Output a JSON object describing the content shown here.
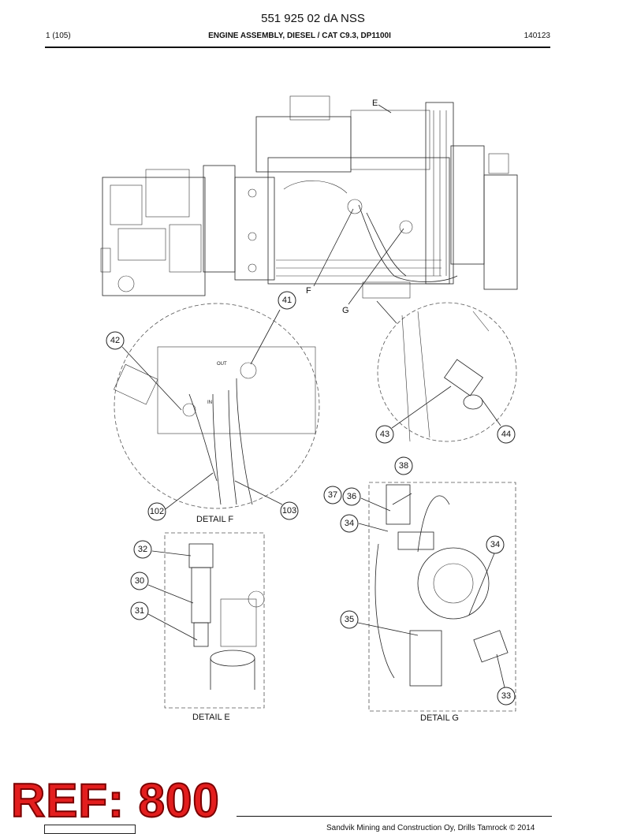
{
  "header": {
    "doc_number": "551 925 02 dA NSS",
    "page": "1 (105)",
    "title": "ENGINE ASSEMBLY, DIESEL / CAT C9.3, DP1100I",
    "code": "140123"
  },
  "detail_letters": {
    "e": "E",
    "f": "F",
    "g": "G"
  },
  "callouts": {
    "c41": "41",
    "c42": "42",
    "c43": "43",
    "c44": "44",
    "c102": "102",
    "c103": "103",
    "c38": "38",
    "c37": "37",
    "c36": "36",
    "c34a": "34",
    "c34b": "34",
    "c35": "35",
    "c33": "33",
    "c32": "32",
    "c30": "30",
    "c31": "31"
  },
  "markings": {
    "out": "OUT",
    "in": "IN"
  },
  "captions": {
    "detail_f": "DETAIL F",
    "detail_e": "DETAIL E",
    "detail_g": "DETAIL G"
  },
  "stamp": {
    "text": "REF: 800",
    "color": "#e31e1e"
  },
  "footer": {
    "copyright": "Sandvik Mining and Construction Oy, Drills Tamrock © 2014"
  }
}
